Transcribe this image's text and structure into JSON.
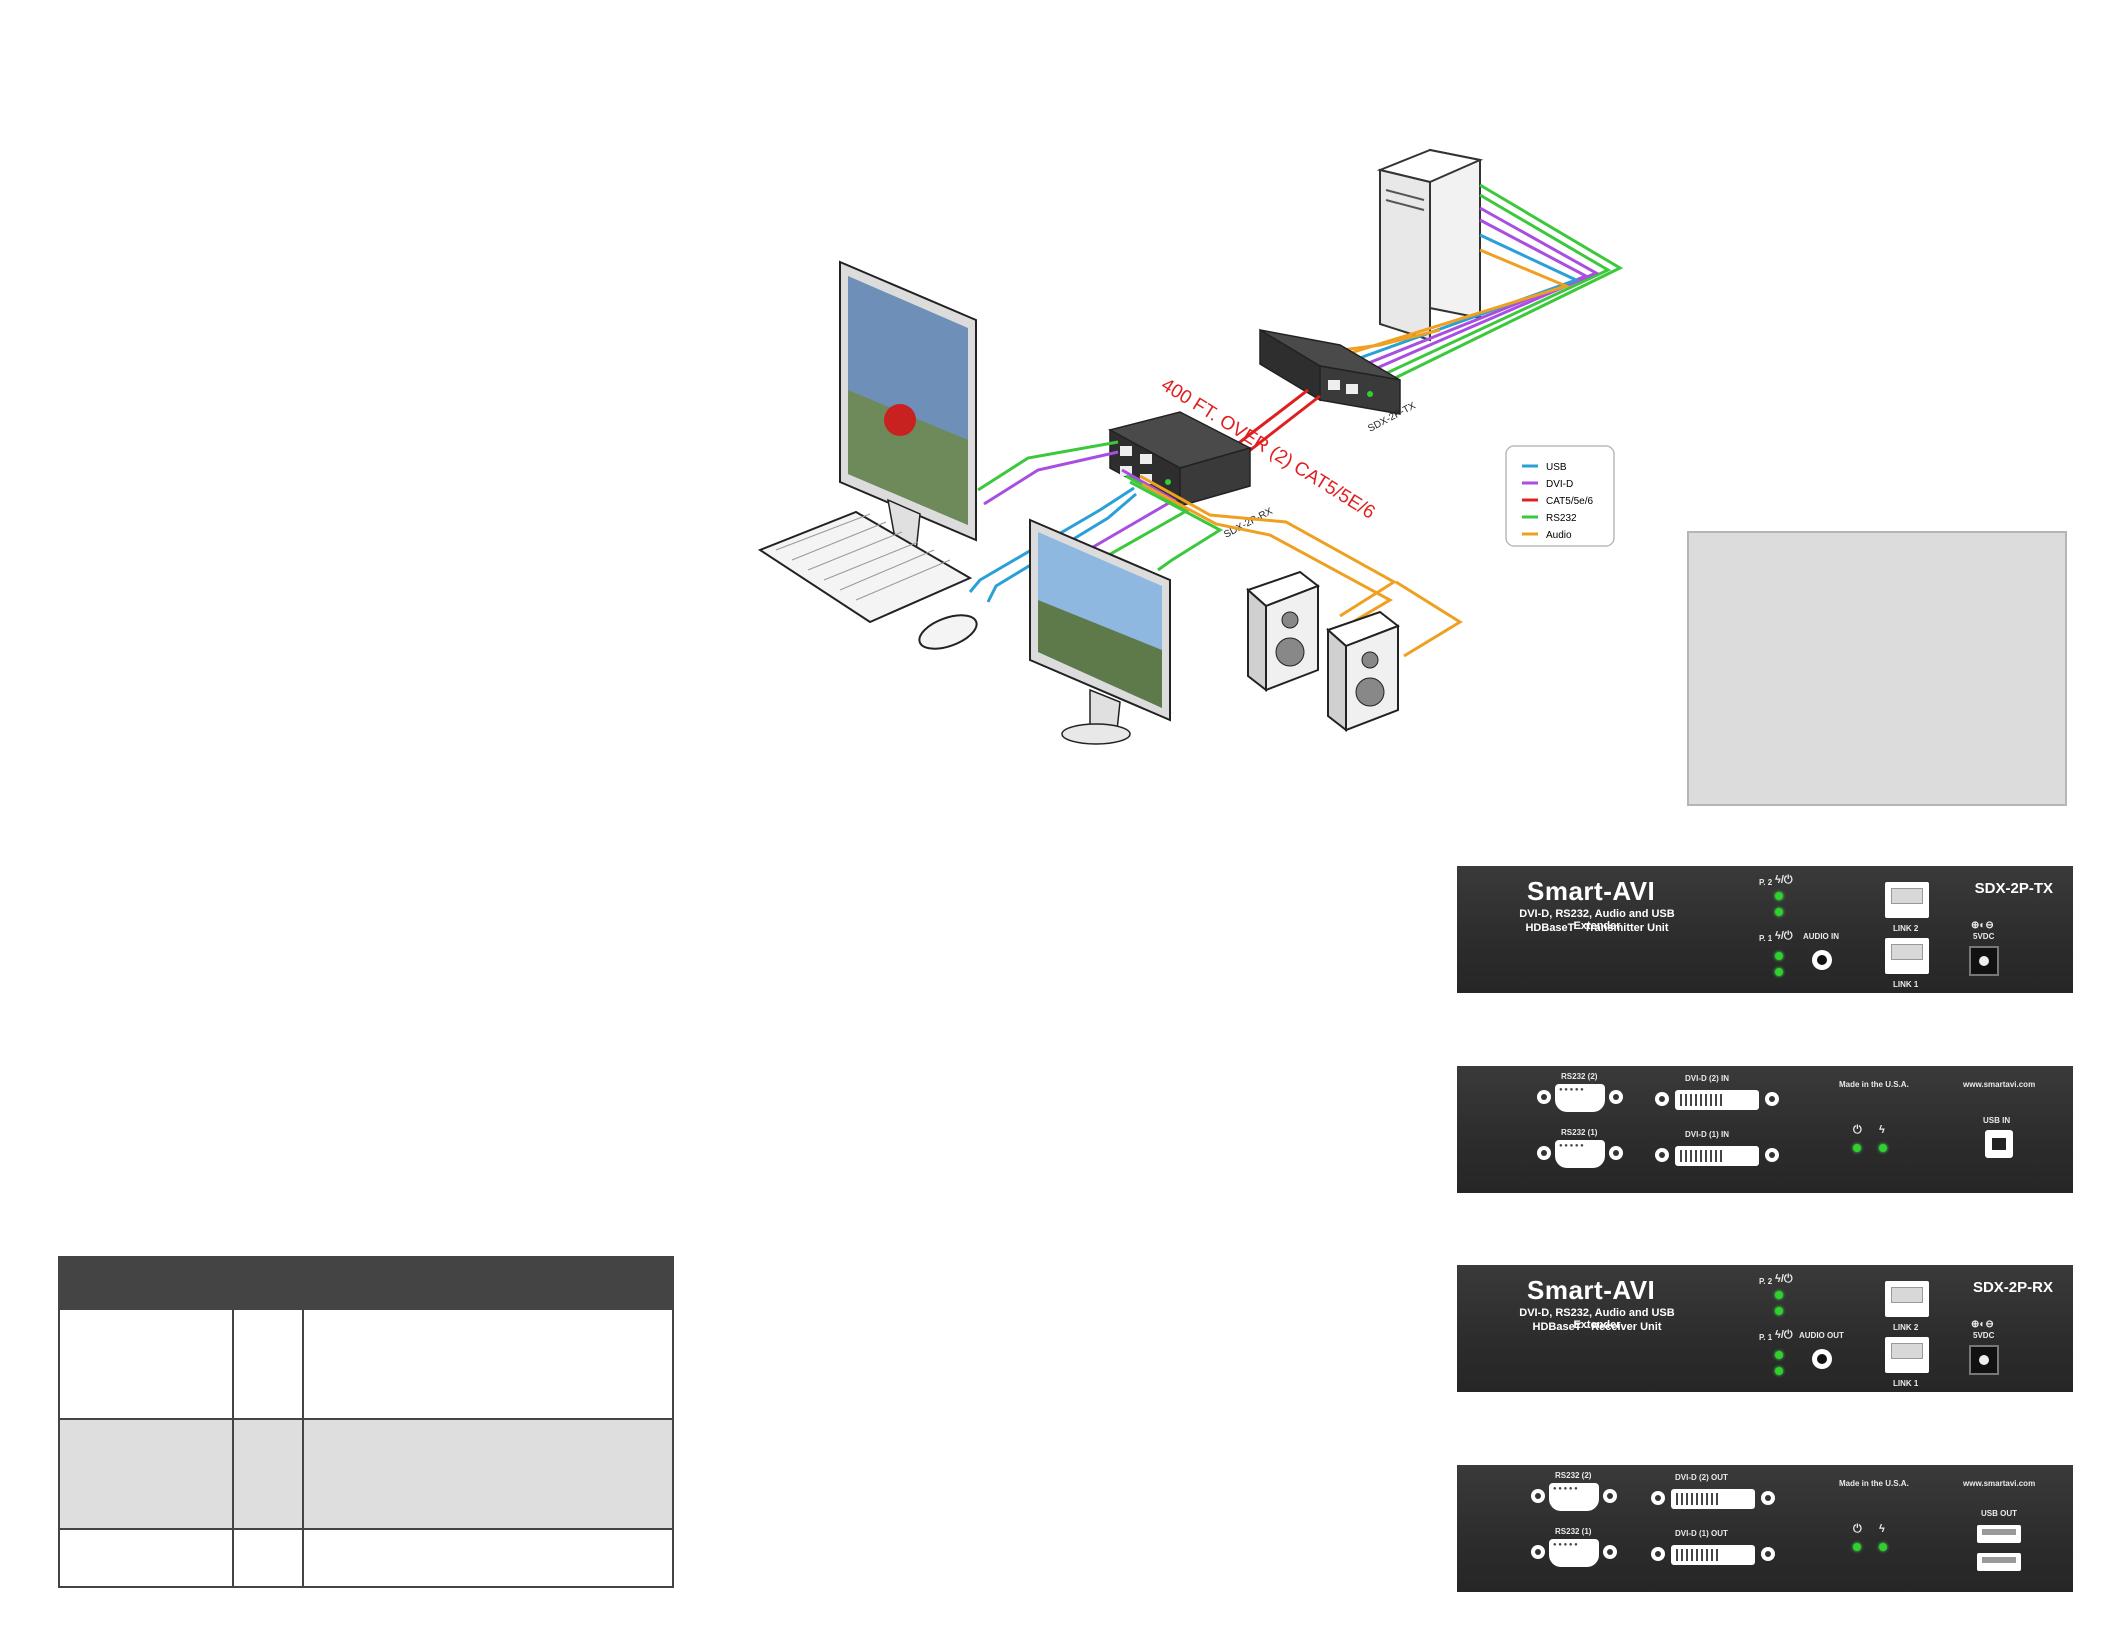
{
  "diagram": {
    "distance_label": "400 FT. OVER (2) CAT5/5E/6",
    "tx_unit_label": "SDX-2P-TX",
    "rx_unit_label": "SDX-2P-RX",
    "legend": [
      {
        "label": "USB",
        "color": "#2a9fd8"
      },
      {
        "label": "DVI-D",
        "color": "#a84ee0"
      },
      {
        "label": "CAT5/5e/6",
        "color": "#e02020"
      },
      {
        "label": "RS232",
        "color": "#3cc83c"
      },
      {
        "label": "Audio",
        "color": "#f0a020"
      }
    ]
  },
  "tx_front": {
    "brand": "Smart-AVI",
    "subtitle_1": "DVI-D, RS232, Audio and USB Extender",
    "subtitle_2": "HDBaseT - Transmitter Unit",
    "model": "SDX-2P-TX",
    "p2_label": "P. 2",
    "p1_label": "P. 1",
    "audio_label": "AUDIO IN",
    "link2_label": "LINK 2",
    "link1_label": "LINK 1",
    "power_label": "5VDC"
  },
  "tx_back": {
    "rs232_2": "RS232 (2)",
    "rs232_1": "RS232 (1)",
    "dvi_2": "DVI-D (2) IN",
    "dvi_1": "DVI-D (1) IN",
    "made_in": "Made in the U.S.A.",
    "website": "www.smartavi.com",
    "usb_label": "USB IN"
  },
  "rx_front": {
    "brand": "Smart-AVI",
    "subtitle_1": "DVI-D, RS232, Audio and USB Extender",
    "subtitle_2": "HDBaseT - Receiver Unit",
    "model": "SDX-2P-RX",
    "p2_label": "P. 2",
    "p1_label": "P. 1",
    "audio_label": "AUDIO OUT",
    "link2_label": "LINK 2",
    "link1_label": "LINK 1",
    "power_label": "5VDC"
  },
  "rx_back": {
    "rs232_2": "RS232 (2)",
    "rs232_1": "RS232 (1)",
    "dvi_2": "DVI-D (2) OUT",
    "dvi_1": "DVI-D (1) OUT",
    "made_in": "Made in the U.S.A.",
    "website": "www.smartavi.com",
    "usb_label": "USB OUT"
  }
}
